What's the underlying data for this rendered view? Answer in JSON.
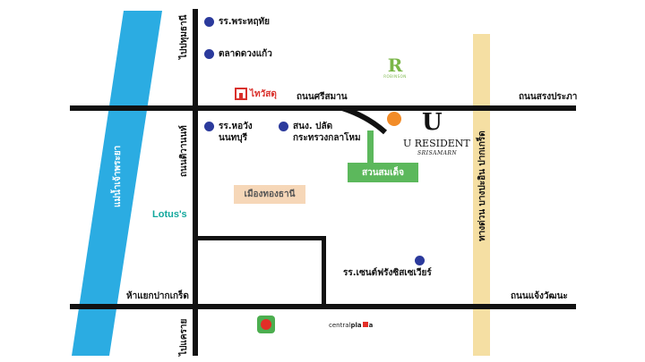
{
  "roads": {
    "sri_samarn": "ถนนศรีสมาน",
    "songprapa": "ถนนสรงประภา",
    "chaeng_watthana": "ถนนแจ้งวัฒนะ",
    "tiwanon": "ถนนติวานนท์",
    "pak_kret_junction": "ห้าแยกปากเกร็ด",
    "to_pathum_thani": "ไปปทุมธานี",
    "to_khae_rai": "ไปแคราย",
    "expressway": "ทางด่วน บางปะอิน ปากเกร็ด"
  },
  "river": {
    "name": "แม่น้ำเจ้าพระยา",
    "color": "#29a9e0"
  },
  "pois": {
    "prahruthai": "รร.พระหฤทัย",
    "talad_duangkaew": "ตลาดดวงแก้ว",
    "horwang_l1": "รร.หอวัง",
    "horwang_l2": "นนทบุรี",
    "snj_l1": "สนง. ปลัด",
    "snj_l2": "กระทรวงกลาโหม",
    "st_francis": "รร.เซนต์ฟรังซิสเซเวียร์",
    "thai_watsadu": "ไทวัสดุ",
    "robinson": "ROBINSON",
    "muang_thong": "เมืองทองธานี",
    "park": "สวนสมเด็จ",
    "lotus": "Lotus's",
    "central_a": "central",
    "central_b": "pla",
    "central_c": "a"
  },
  "project": {
    "name": "U RESIDENT",
    "sub": "SRISAMARN",
    "logo": "U"
  },
  "colors": {
    "road": "#111111",
    "poi": "#2b3a9c",
    "park": "#5cb85c",
    "landmark": "#f6d7b8",
    "expressway": "#f5dfa3",
    "accent": "#f28c28"
  }
}
